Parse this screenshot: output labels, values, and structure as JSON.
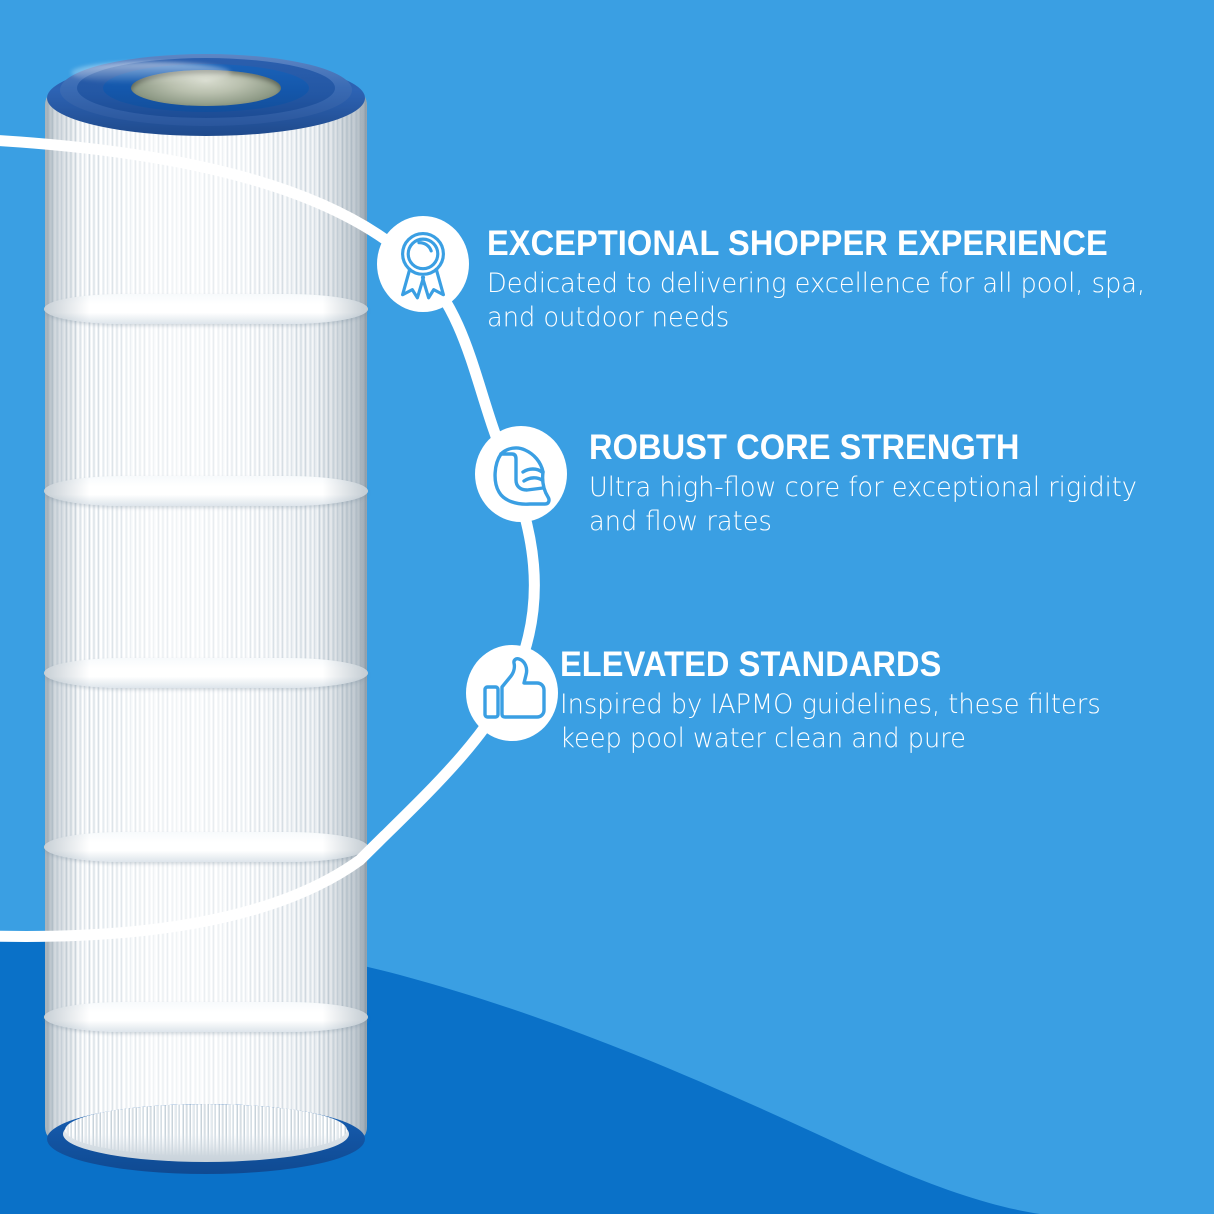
{
  "theme": {
    "background_blue": "#3a9fe3",
    "wave_blue": "#0a71c8",
    "icon_blue": "#3a9fe3",
    "badge_fill": "#ffffff",
    "heading_color": "#ffffff",
    "body_color": "#ffffff",
    "cap_blue": "#1a5fae"
  },
  "product": {
    "name": "pool-filter-cartridge",
    "alt": "Pleated pool filter cartridge with blue end caps"
  },
  "features": [
    {
      "icon": "award-ribbon-icon",
      "heading": "EXCEPTIONAL SHOPPER EXPERIENCE",
      "body_line1": "Dedicated to delivering excellence for all pool, spa,",
      "body_line2": "and outdoor needs"
    },
    {
      "icon": "flexed-bicep-icon",
      "heading": "ROBUST CORE STRENGTH",
      "body_line1": "Ultra high-flow core for exceptional rigidity",
      "body_line2": "and flow rates"
    },
    {
      "icon": "thumbs-up-icon",
      "heading": "ELEVATED STANDARDS",
      "body_line1": "Inspired by IAPMO guidelines, these filters",
      "body_line2": "keep pool water clean and pure"
    }
  ]
}
